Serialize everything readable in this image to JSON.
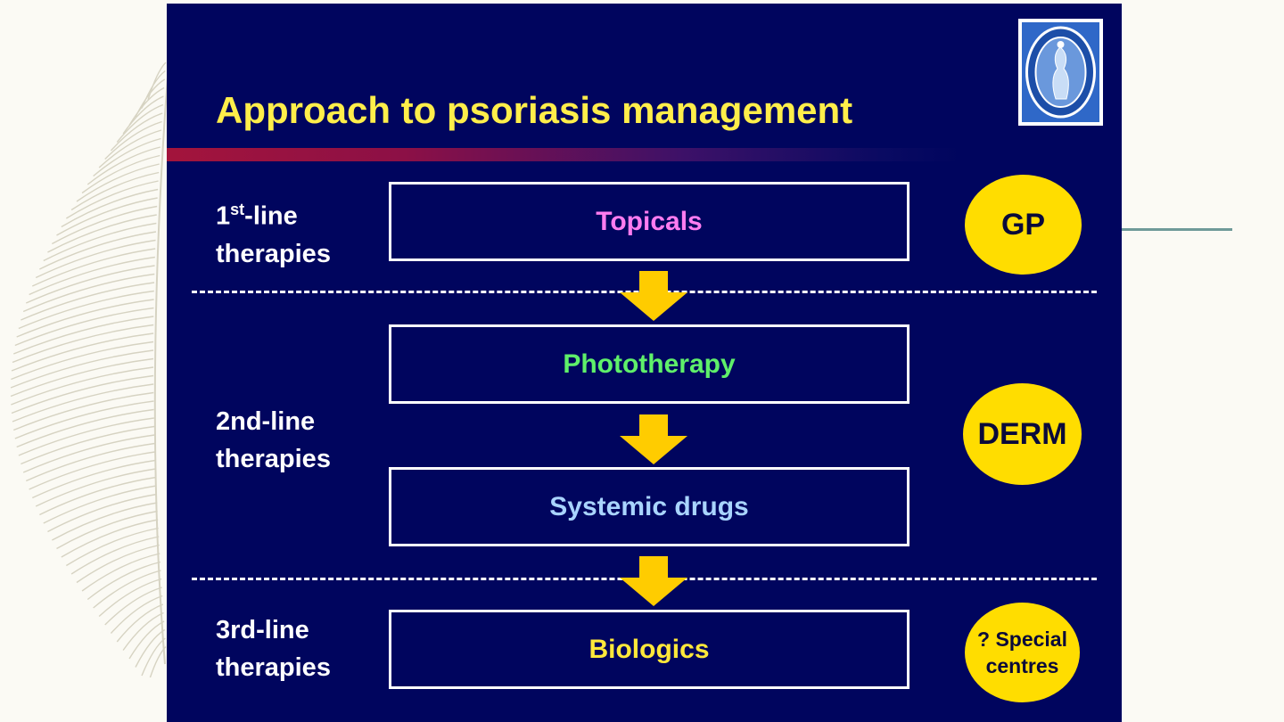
{
  "slide": {
    "title": "Approach to psoriasis management"
  },
  "rows": {
    "first": {
      "label_main": "1",
      "label_sup": "st",
      "label_rest": "-line",
      "label_line2": "therapies"
    },
    "second": {
      "label_line1": "2nd-line",
      "label_line2": "therapies"
    },
    "third": {
      "label_line1": "3rd-line",
      "label_line2": "therapies"
    }
  },
  "boxes": {
    "topicals": "Topicals",
    "phototherapy": "Phototherapy",
    "systemic": "Systemic drugs",
    "biologics": "Biologics"
  },
  "badges": {
    "gp": "GP",
    "derm": "DERM",
    "special_line1": "? Special",
    "special_line2": "centres"
  },
  "colors": {
    "slide_background": "#00055e",
    "title": "#ffee4a",
    "topicals": "#ff7cf0",
    "phototherapy": "#5ff06a",
    "systemic": "#a9d4ff",
    "biologics": "#ffe83a",
    "badge": "#ffdd00",
    "arrow": "#ffcc00"
  }
}
